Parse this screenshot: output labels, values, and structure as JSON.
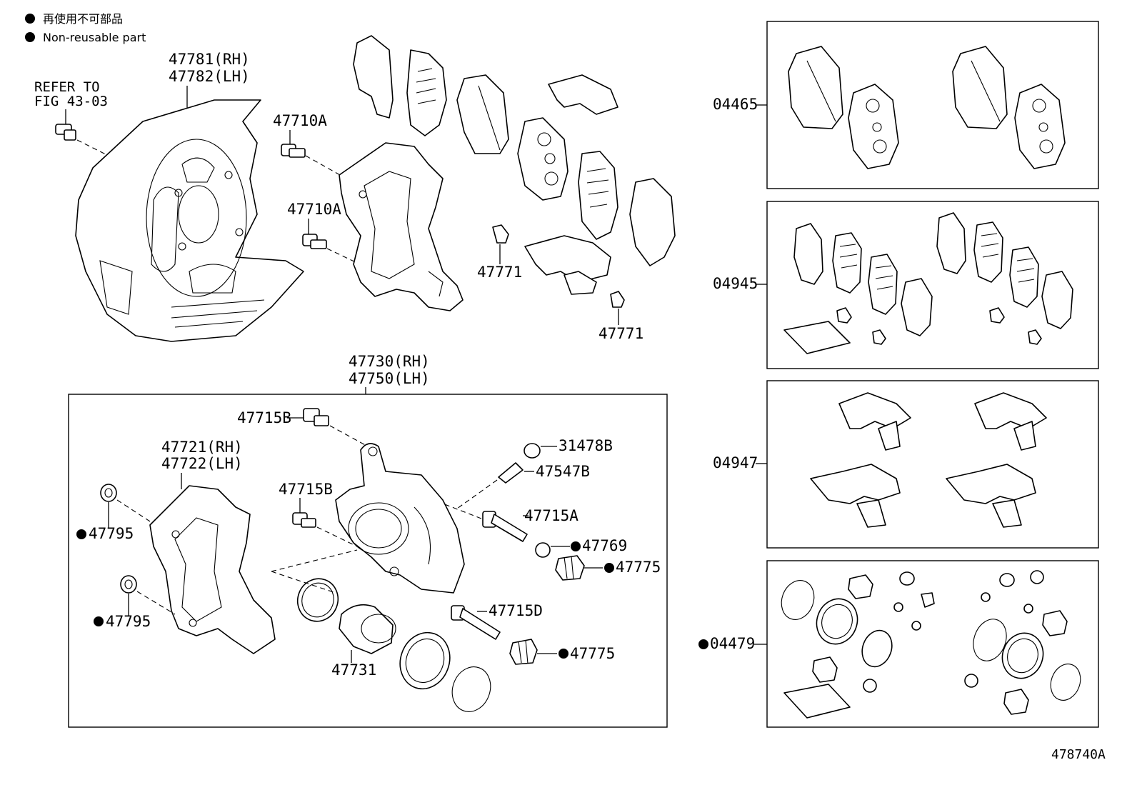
{
  "legend": {
    "jp": "再使用不可部品",
    "en": "Non-reusable part"
  },
  "refer": {
    "line1": "REFER TO",
    "line2": "FIG 43-03"
  },
  "callouts": {
    "dust_cover_rh": "47781(RH)",
    "dust_cover_lh": "47782(LH)",
    "bolt_a1": "47710A",
    "bolt_a2": "47710A",
    "clip_1": "47771",
    "clip_2": "47771",
    "cylinder_rh": "47730(RH)",
    "cylinder_lh": "47750(LH)",
    "bolt_b1": "47715B",
    "bolt_b2": "47715B",
    "mounting_rh": "47721(RH)",
    "mounting_lh": "47722(LH)",
    "cap": "31478B",
    "bleeder": "47547B",
    "pin_a": "47715A",
    "bush": "47769",
    "boot_1": "47775",
    "boot_2": "47775",
    "pin_d": "47715D",
    "piston": "47731",
    "seal_1": "47795",
    "seal_2": "47795",
    "kit_pad": "04465",
    "kit_shim": "04945",
    "kit_fitting": "04947",
    "kit_cylinder": "04479"
  },
  "figure_code": "478740A",
  "non_reusable_marker_color": "#000000"
}
